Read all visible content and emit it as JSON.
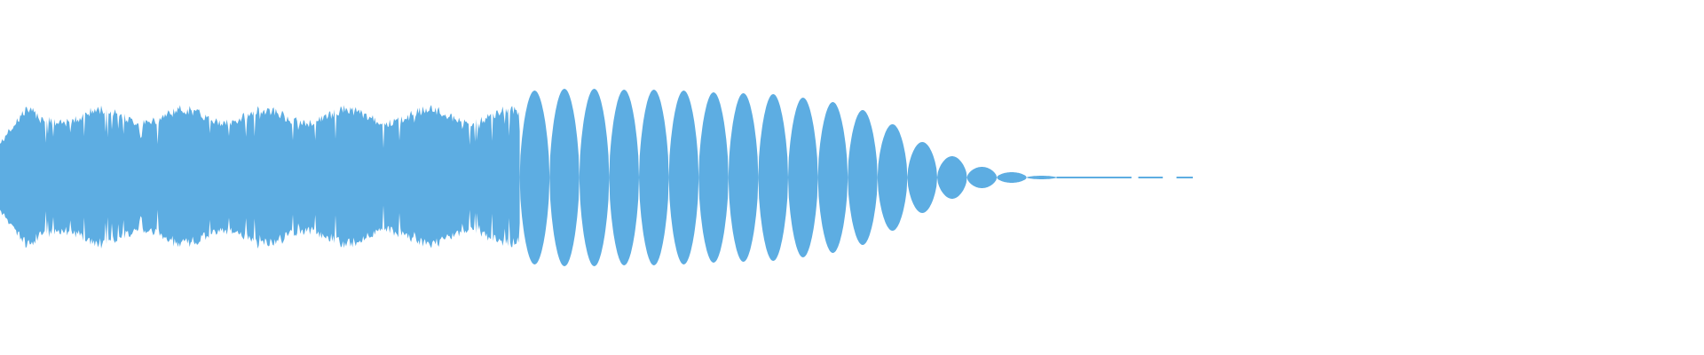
{
  "waveform": {
    "color": "#5dade2",
    "background": "#ffffff",
    "segments": [
      {
        "name": "dense-texture",
        "start_fraction": 0.0,
        "end_fraction": 0.305,
        "style": "dense-spikes",
        "level": 0.82
      },
      {
        "name": "decaying-lobes",
        "start_fraction": 0.305,
        "end_fraction": 0.62,
        "style": "lobes",
        "lobe_levels": [
          0.98,
          1.0,
          1.0,
          0.99,
          0.99,
          0.98,
          0.96,
          0.95,
          0.94,
          0.9,
          0.85,
          0.76,
          0.6,
          0.4,
          0.24,
          0.12,
          0.06,
          0.02
        ]
      },
      {
        "name": "residual-tail",
        "start_fraction": 0.62,
        "end_fraction": 0.7,
        "style": "flat-tail",
        "level": 0.01
      }
    ]
  }
}
